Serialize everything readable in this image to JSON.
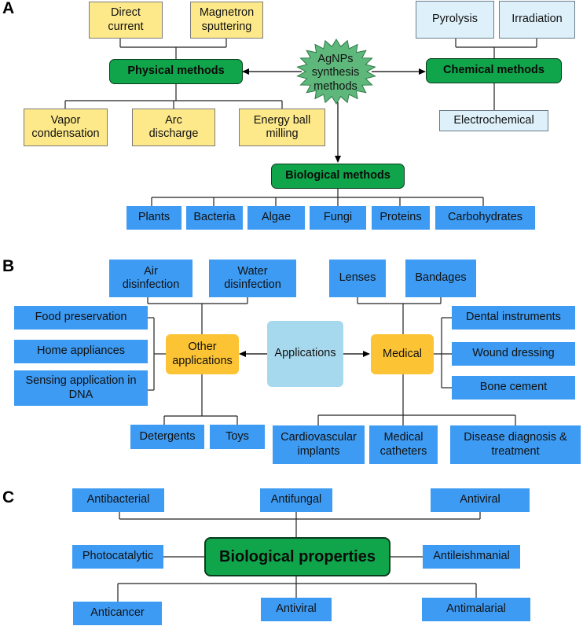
{
  "panels": {
    "a": "A",
    "b": "B",
    "c": "C"
  },
  "colors": {
    "physical": "#fde98a",
    "chemical": "#def1fb",
    "method": "#10a54a",
    "item": "#3d9bf3",
    "hub": "#fcc434",
    "center": "#a7d9ee"
  },
  "section_a": {
    "center": "AgNPs\nsynthesis\nmethods",
    "physical": {
      "title": "Physical methods",
      "top": [
        "Direct\ncurrent",
        "Magnetron\nsputtering"
      ],
      "bottom": [
        "Vapor\ncondensation",
        "Arc\ndischarge",
        "Energy ball\nmilling"
      ]
    },
    "chemical": {
      "title": "Chemical methods",
      "top": [
        "Pyrolysis",
        "Irradiation"
      ],
      "bottom": [
        "Electrochemical"
      ]
    },
    "biological": {
      "title": "Biological methods",
      "items": [
        "Plants",
        "Bacteria",
        "Algae",
        "Fungi",
        "Proteins",
        "Carbohydrates"
      ]
    }
  },
  "section_b": {
    "center": "Applications",
    "other": {
      "title": "Other\napplications",
      "top": [
        "Air\ndisinfection",
        "Water\ndisinfection"
      ],
      "left": [
        "Food preservation",
        "Home appliances",
        "Sensing application in\nDNA"
      ],
      "bottom": [
        "Detergents",
        "Toys"
      ]
    },
    "medical": {
      "title": "Medical",
      "top": [
        "Lenses",
        "Bandages"
      ],
      "right": [
        "Dental instruments",
        "Wound dressing",
        "Bone cement"
      ],
      "bottom": [
        "Cardiovascular\nimplants",
        "Medical\ncatheters",
        "Disease diagnosis &\ntreatment"
      ]
    }
  },
  "section_c": {
    "center": "Biological properties",
    "top": [
      "Antibacterial",
      "Antifungal",
      "Antiviral"
    ],
    "left": "Photocatalytic",
    "right": "Antileishmanial",
    "bottom": [
      "Anticancer",
      "Antiviral",
      "Antimalarial"
    ]
  }
}
